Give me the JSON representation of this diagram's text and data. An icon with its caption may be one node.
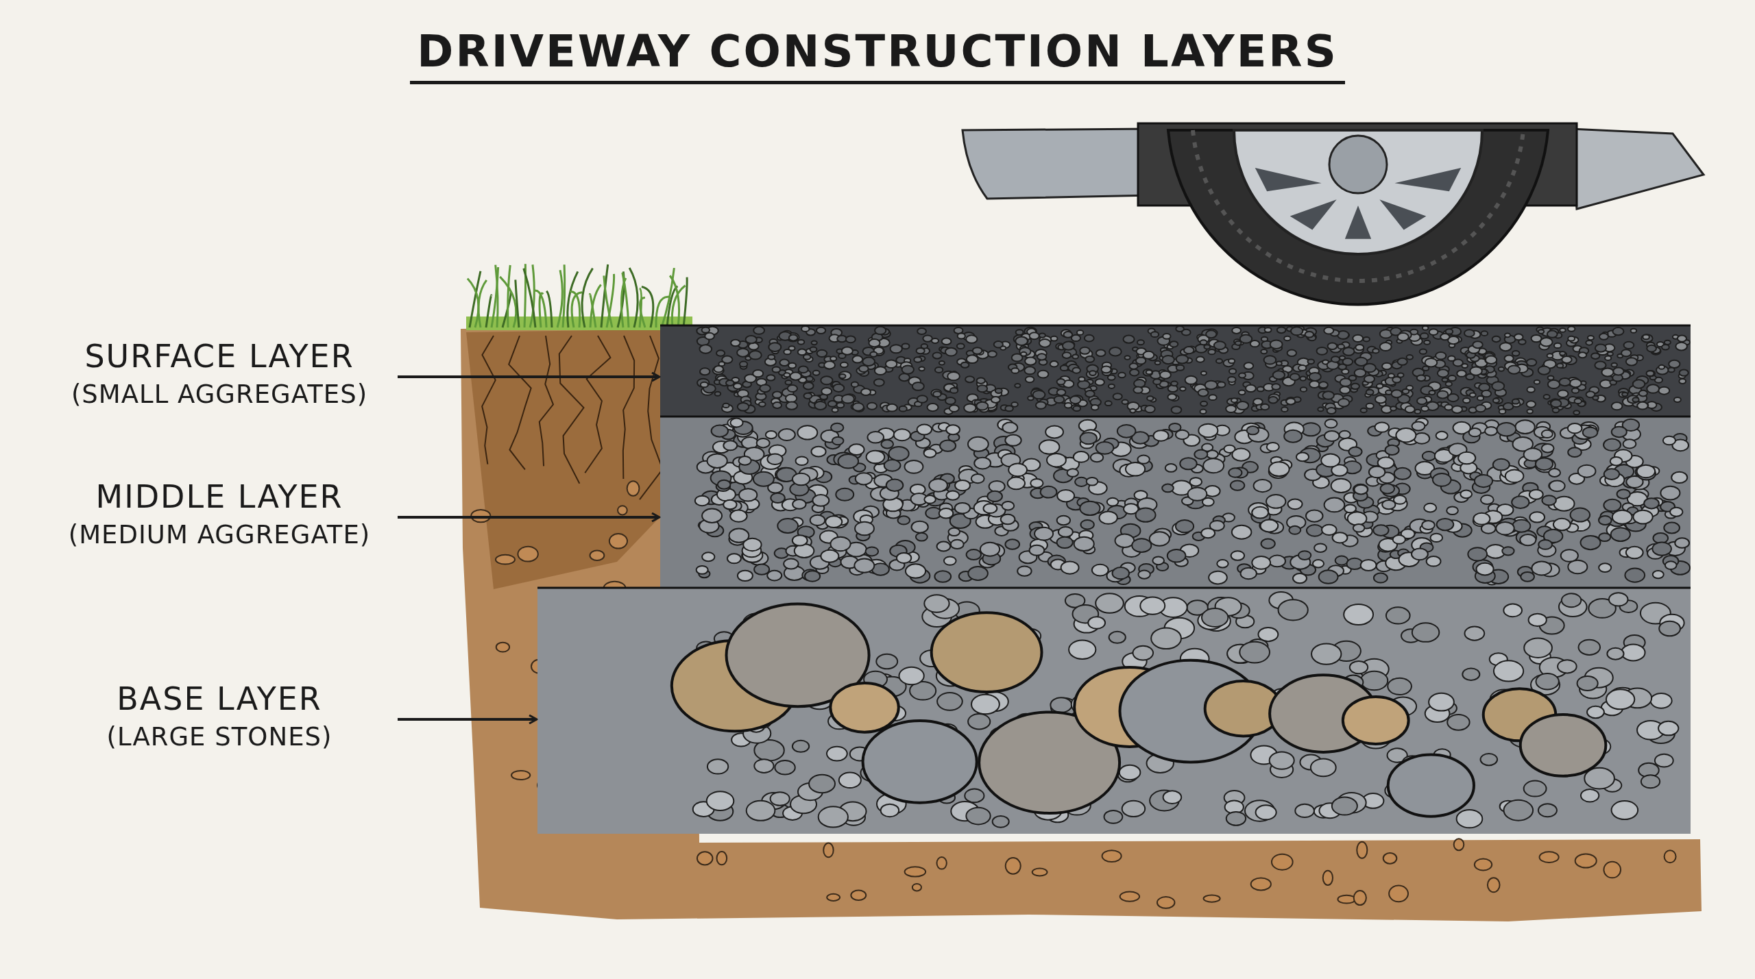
{
  "diagram": {
    "title": "DRIVEWAY CONSTRUCTION LAYERS",
    "nodes": [
      {
        "text": [
          "SURFACE LAYER",
          "(SMALL AGGREGATES)"
        ]
      },
      {
        "text": [
          "MIDDLE LAYER",
          "(MEDIUM AGGREGATE)"
        ]
      },
      {
        "text": [
          "BASE LAYER",
          "(LARGE STONES)"
        ]
      },
      {
        "text": [],
        "shape": "picture"
      },
      {
        "text": [],
        "shape": "picture"
      },
      {
        "text": [],
        "shape": "picture"
      }
    ],
    "edges": [
      {
        "from": 0,
        "to": 3,
        "arrow": "to"
      },
      {
        "from": 1,
        "to": 4,
        "arrow": "to"
      },
      {
        "from": 2,
        "to": 5,
        "arrow": "to"
      }
    ]
  }
}
